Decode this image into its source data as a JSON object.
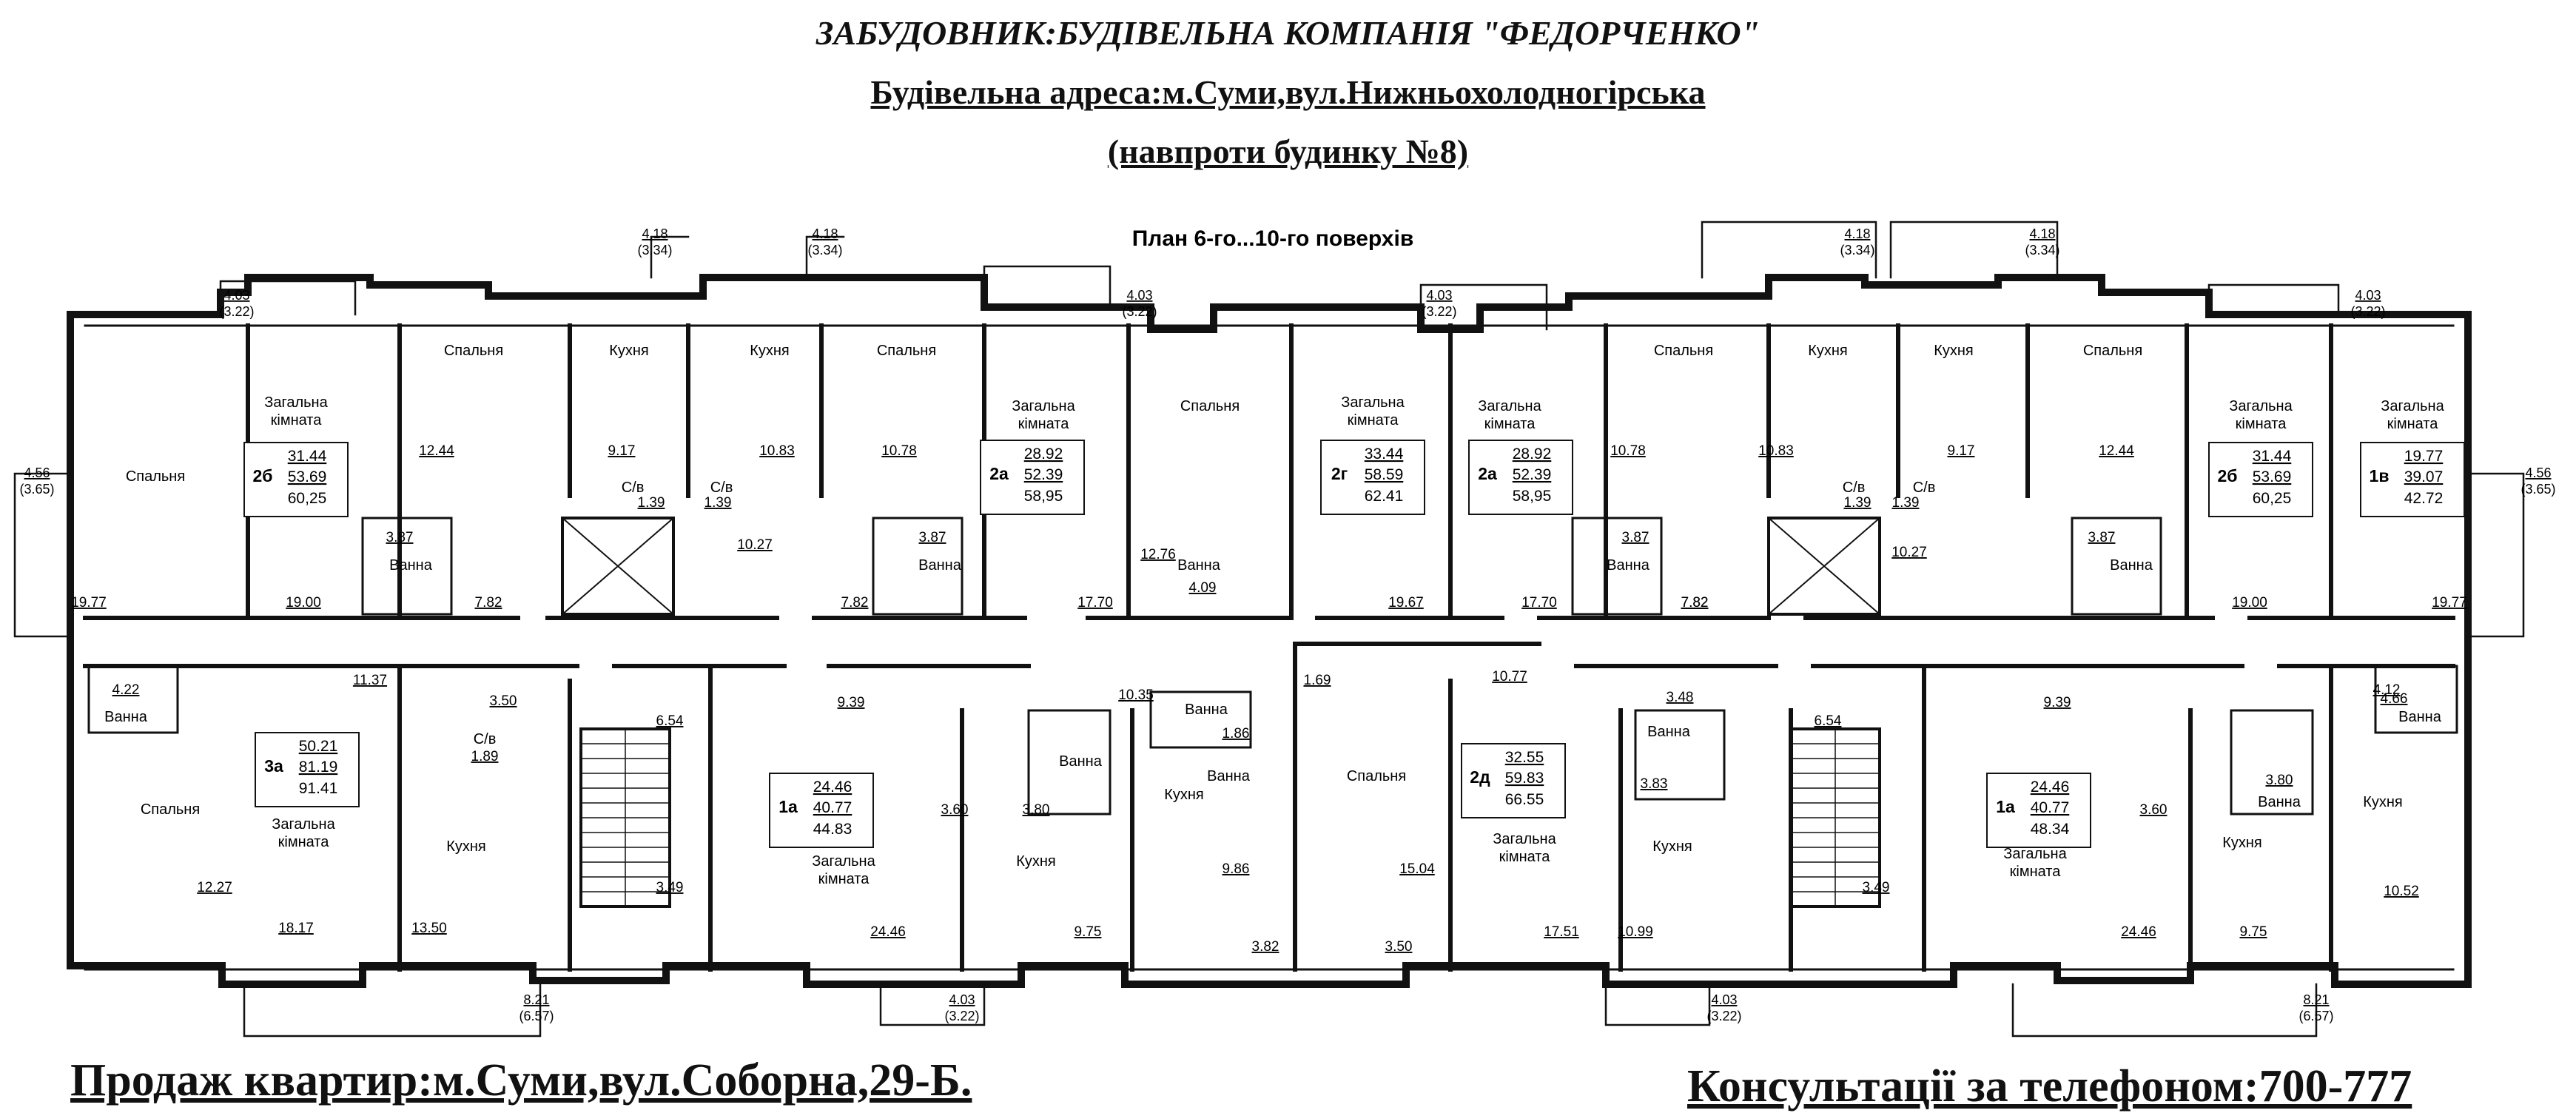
{
  "header": {
    "developer": "ЗАБУДОВНИК:БУДІВЕЛЬНА КОМПАНІЯ \"ФЕДОРЧЕНКО\"",
    "address": "Будівельна адреса:м.Суми,вул.Нижньохолодногірська",
    "address_note": "(навпроти будинку №8)"
  },
  "plan_title": "План 6-го...10-го поверхів",
  "footer": {
    "sales": "Продаж квартир:м.Суми,вул.Соборна,29-Б.",
    "phone": "Консультації за телефоном:700-777"
  },
  "room_labels": [
    "Спальня",
    "Загальна\nкімната",
    "Спальня",
    "Кухня",
    "Кухня",
    "Спальня",
    "Загальна\nкімната",
    "Спальня",
    "Загальна\nкімната",
    "Загальна\nкімната",
    "Спальня",
    "Кухня",
    "Кухня",
    "Спальня",
    "Загальна\nкімната",
    "Загальна\nкімната",
    "Ванна",
    "Ванна",
    "Ванна",
    "Ванна",
    "Ванна",
    "Ванна",
    "Ванна",
    "Ванна",
    "Ванна",
    "Ванна",
    "Ванна",
    "Ванна",
    "С/в",
    "С/в",
    "С/в",
    "С/в",
    "С/в",
    "Спальня",
    "Загальна\nкімната",
    "Кухня",
    "Загальна\nкімната",
    "Кухня",
    "Кухня",
    "Спальня",
    "Загальна\nкімната",
    "Кухня",
    "Загальна\nкімната",
    "Кухня",
    "Кухня"
  ],
  "area_numbers": [
    "19.77",
    "19.00",
    "12.44",
    "9.17",
    "1.39",
    "10.83",
    "1.39",
    "10.78",
    "3.87",
    "3.87",
    "7.82",
    "7.82",
    "10.27",
    "17.70",
    "12.76",
    "4.09",
    "19.67",
    "17.70",
    "10.78",
    "3.87",
    "10.83",
    "1.39",
    "9.17",
    "1.39",
    "12.44",
    "3.87",
    "7.82",
    "10.27",
    "19.00",
    "19.77",
    "7.82",
    "4.22",
    "11.37",
    "3.50",
    "1.89",
    "6.54",
    "9.39",
    "10.35",
    "1.86",
    "1.69",
    "10.77",
    "3.48",
    "6.54",
    "9.39",
    "4.66",
    "4.12",
    "12.27",
    "18.17",
    "13.50",
    "3.49",
    "3.60",
    "3.80",
    "24.46",
    "9.75",
    "9.86",
    "3.82",
    "15.04",
    "3.50",
    "17.51",
    "10.99",
    "3.83",
    "3.49",
    "3.60",
    "3.80",
    "24.46",
    "9.75",
    "10.52"
  ],
  "apartments": [
    {
      "type": "2б",
      "living": "31.44",
      "total": "53.69",
      "with_balcony": "60,25"
    },
    {
      "type": "2а",
      "living": "28.92",
      "total": "52.39",
      "with_balcony": "58,95"
    },
    {
      "type": "2г",
      "living": "33.44",
      "total": "58.59",
      "with_balcony": "62.41"
    },
    {
      "type": "2а",
      "living": "28.92",
      "total": "52.39",
      "with_balcony": "58,95"
    },
    {
      "type": "2б",
      "living": "31.44",
      "total": "53.69",
      "with_balcony": "60,25"
    },
    {
      "type": "1в",
      "living": "19.77",
      "total": "39.07",
      "with_balcony": "42.72"
    },
    {
      "type": "3а",
      "living": "50.21",
      "total": "81.19",
      "with_balcony": "91.41"
    },
    {
      "type": "1а",
      "living": "24.46",
      "total": "40.77",
      "with_balcony": "44.83"
    },
    {
      "type": "2д",
      "living": "32.55",
      "total": "59.83",
      "with_balcony": "66.55"
    },
    {
      "type": "1а",
      "living": "24.46",
      "total": "40.77",
      "with_balcony": "48.34"
    }
  ],
  "balconies": [
    {
      "area": "4.18",
      "sub": "(3.34)"
    },
    {
      "area": "4.18",
      "sub": "(3.34)"
    },
    {
      "area": "4.18",
      "sub": "(3.34)"
    },
    {
      "area": "4.18",
      "sub": "(3.34)"
    },
    {
      "area": "4.03",
      "sub": "(3.22)"
    },
    {
      "area": "4.03",
      "sub": "(3.22)"
    },
    {
      "area": "4.03",
      "sub": "(3.22)"
    },
    {
      "area": "4.03",
      "sub": "(3.22)"
    },
    {
      "area": "4.03",
      "sub": "(3.22)"
    },
    {
      "area": "4.03",
      "sub": "(3.22)"
    },
    {
      "area": "4.56",
      "sub": "(3.65)"
    },
    {
      "area": "4.56",
      "sub": "(3.65)"
    },
    {
      "area": "8.21",
      "sub": "(6.57)"
    },
    {
      "area": "8.21",
      "sub": "(6.57)"
    }
  ]
}
